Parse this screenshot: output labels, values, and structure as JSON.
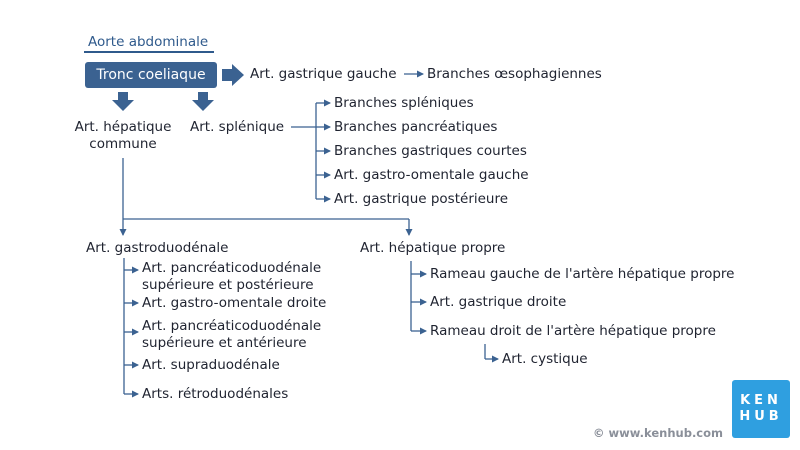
{
  "root": {
    "label": "Aorte abdominale"
  },
  "tronc": {
    "label": "Tronc coeliaque"
  },
  "gastrique_gauche": {
    "label": "Art. gastrique gauche",
    "child": "Branches œsophagiennes"
  },
  "hepatique_commune": {
    "line1": "Art. hépatique",
    "line2": "commune"
  },
  "splenique": {
    "label": "Art. splénique",
    "branches": [
      "Branches spléniques",
      "Branches pancréatiques",
      "Branches gastriques courtes",
      "Art. gastro-omentale gauche",
      "Art. gastrique postérieure"
    ]
  },
  "gastroduodenale": {
    "label": "Art. gastroduodénale",
    "branches": [
      {
        "line1": "Art. pancréaticoduodénale",
        "line2": "supérieure et postérieure"
      },
      {
        "line1": "Art. gastro-omentale droite",
        "line2": ""
      },
      {
        "line1": "Art. pancréaticoduodénale",
        "line2": "supérieure et antérieure"
      },
      {
        "line1": "Art. supraduodénale",
        "line2": ""
      },
      {
        "line1": "Arts. rétroduodénales",
        "line2": ""
      }
    ]
  },
  "hepatique_propre": {
    "label": "Art. hépatique propre",
    "branches": [
      "Rameau gauche de l'artère hépatique propre",
      "Art. gastrique droite",
      "Rameau droit de l'artère hépatique propre"
    ],
    "sub_branch": "Art. cystique"
  },
  "branding": {
    "logo_top": "KEN",
    "logo_bottom": "HUB",
    "copyright": "© www.kenhub.com"
  },
  "colors": {
    "accent": "#3b6291",
    "line": "#3b6291",
    "logo": "#2f9fe0"
  }
}
